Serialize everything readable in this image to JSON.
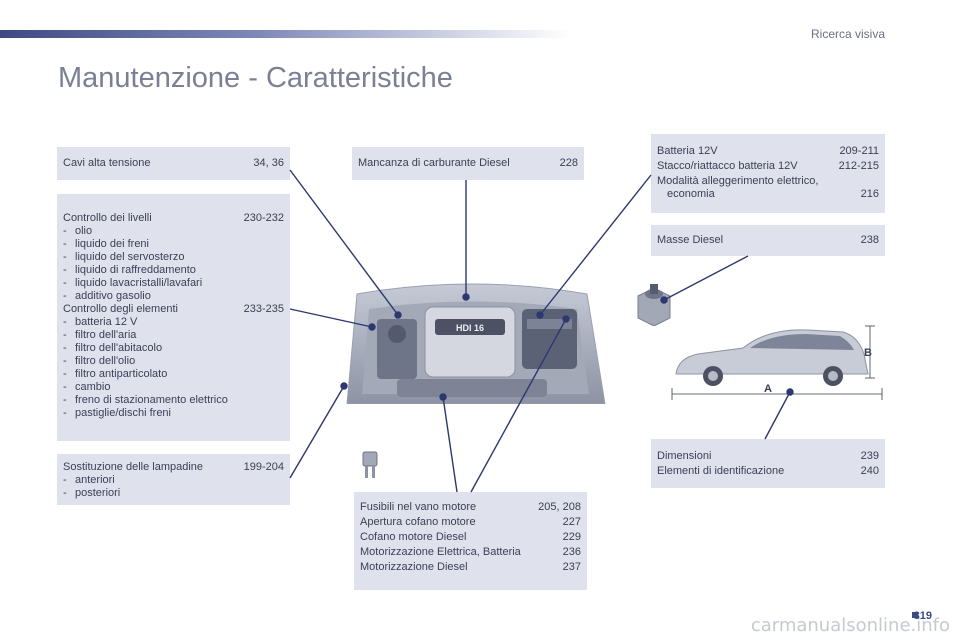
{
  "header": {
    "section_label": "Ricerca visiva",
    "title": "Manutenzione - Caratteristiche"
  },
  "cavi": {
    "label": "Cavi alta tensione",
    "page": "34, 36"
  },
  "livelli": {
    "label": "Controllo dei livelli",
    "page": "230-232",
    "items": [
      "olio",
      "liquido dei freni",
      "liquido del servosterzo",
      "liquido di raffreddamento",
      "liquido lavacristalli/lavafari",
      "additivo gasolio"
    ]
  },
  "elementi": {
    "label": "Controllo degli elementi",
    "page": "233-235",
    "items": [
      "batteria 12 V",
      "filtro dell'aria",
      "filtro dell'abitacolo",
      "filtro dell'olio",
      "filtro antiparticolato",
      "cambio",
      "freno di stazionamento elettrico",
      "pastiglie/dischi freni"
    ]
  },
  "lampade": {
    "label": "Sostituzione delle lampadine",
    "page": "199-204",
    "items": [
      "anteriori",
      "posteriori"
    ]
  },
  "carburante": {
    "label": "Mancanza di carburante Diesel",
    "page": "228"
  },
  "fusibili": {
    "rows": [
      {
        "label": "Fusibili nel vano motore",
        "page": "205, 208"
      },
      {
        "label": "Apertura cofano motore",
        "page": "227"
      },
      {
        "label": "Cofano motore Diesel",
        "page": "229"
      },
      {
        "label": "Motorizzazione Elettrica, Batteria",
        "page": "236"
      },
      {
        "label": "Motorizzazione Diesel",
        "page": "237"
      }
    ]
  },
  "batteria": {
    "rows": [
      {
        "label": "Batteria 12V",
        "page": "209-211"
      },
      {
        "label": "Stacco/riattacco batteria 12V",
        "page": "212-215"
      }
    ],
    "modalita_label": "Modalità alleggerimento elettrico,",
    "modalita_sub": "economia",
    "modalita_page": "216"
  },
  "masse": {
    "label": "Masse Diesel",
    "page": "238"
  },
  "dimensioni": {
    "rows": [
      {
        "label": "Dimensioni",
        "page": "239"
      },
      {
        "label": "Elementi di identificazione",
        "page": "240"
      }
    ]
  },
  "engine_badge": "HDI 16",
  "dim_labels": {
    "a": "A",
    "b": "B"
  },
  "footer": {
    "page_number": "319",
    "watermark": "carmanualsonline.info"
  },
  "colors": {
    "accent": "#3d4a83",
    "box": "#dfe2ec",
    "title": "#7b8094"
  }
}
